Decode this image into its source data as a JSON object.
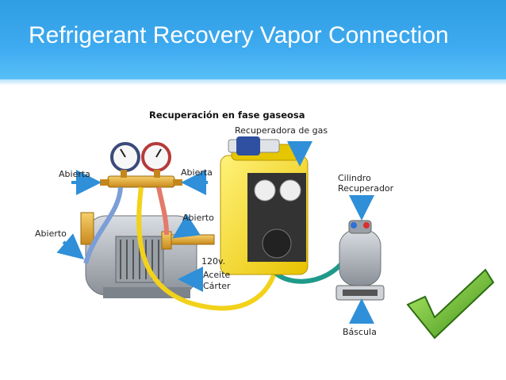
{
  "slide": {
    "title": "Refrigerant Recovery Vapor Connection"
  },
  "diagram": {
    "heading": "Recuperación en fase gaseosa",
    "labels": {
      "recovery_unit": "Recuperadora de gas",
      "open_left": "Abierta",
      "open_right": "Abierta",
      "open_valve": "Abierto",
      "open_compressor": "Abierto",
      "cylinder_line1": "Cilindro",
      "cylinder_line2": "Recuperador",
      "voltage": "120v.",
      "oil_line1": "Aceite",
      "oil_line2": "Cárter",
      "scale": "Báscula"
    }
  },
  "colors": {
    "header_blue": "#3eaaf0",
    "hose_yellow": "#f2d21a",
    "hose_blue": "#7c9ed6",
    "hose_red": "#e47a6a",
    "hose_teal": "#1f9a8a",
    "arrow_blue": "#2f8fd8",
    "check_green": "#5fb82a"
  },
  "icons": [
    "checkmark-icon",
    "arrow-icon"
  ]
}
